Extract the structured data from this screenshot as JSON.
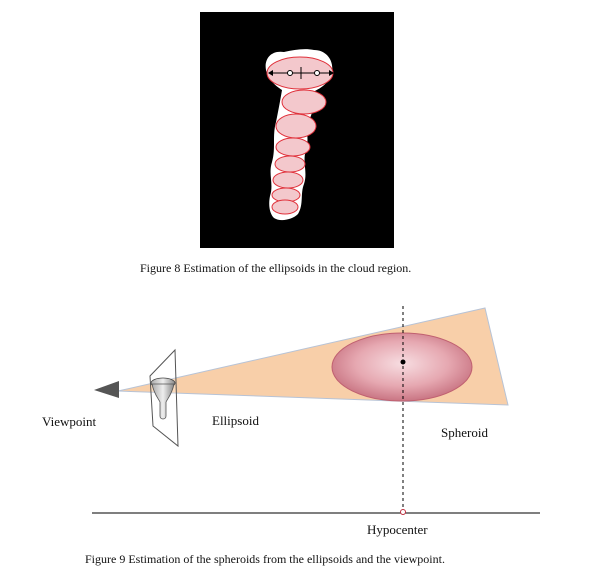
{
  "figure8": {
    "caption": "Figure 8  Estimation of the ellipsoids in the cloud region."
  },
  "figure9": {
    "caption": "Figure 9  Estimation of the spheroids from the ellipsoids and the viewpoint.",
    "labels": {
      "viewpoint": "Viewpoint",
      "ellipsoid": "Ellipsoid",
      "spheroid": "Spheroid",
      "hypocenter": "Hypocenter"
    }
  },
  "colors": {
    "background": "#000000",
    "cloud": "#ffffff",
    "ellipse_fill": "#f3c8cc",
    "ellipse_stroke": "#e0303a",
    "cone_fill": "#f8cfa9",
    "spheroid_fill": "#d98a96",
    "arrow": "#555555"
  }
}
